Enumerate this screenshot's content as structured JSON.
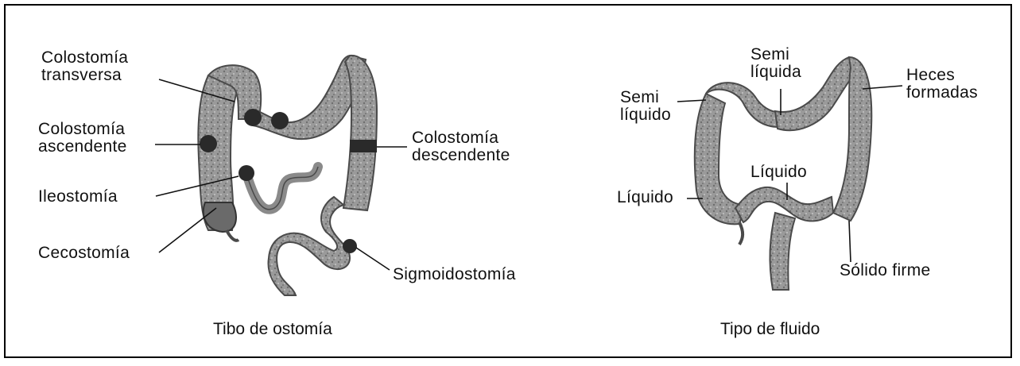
{
  "colors": {
    "colon_fill": "#9a9a9a",
    "colon_dark": "#4a4a4a",
    "stoma": "#2a2a2a",
    "line": "#111111",
    "frame": "#000000"
  },
  "left_panel": {
    "caption": "Tibo de ostomía",
    "labels": {
      "transversa": "Colostomía\ntransversa",
      "ascendente": "Colostomía\nascendente",
      "ileostomia": "Ileostomía",
      "cecostomia": "Cecostomía",
      "descendente": "Colostomía\ndescendente",
      "sigmoidostomia": "Sigmoidostomía"
    }
  },
  "right_panel": {
    "caption": "Tipo de fluido",
    "labels": {
      "semi_liquida": "Semi\nlíquida",
      "semi_liquido": "Semi\nlíquido",
      "heces_formadas": "Heces\nformadas",
      "liquido_center": "Líquido",
      "liquido_left": "Líquido",
      "solido_firme": "Sólido firme"
    }
  }
}
